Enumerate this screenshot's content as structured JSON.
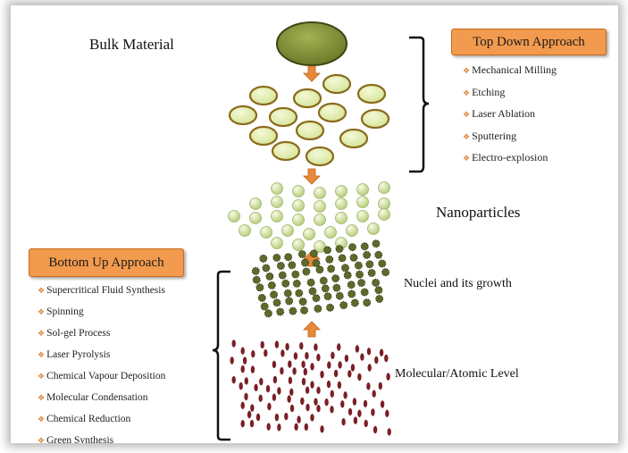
{
  "labels": {
    "bulk_material": "Bulk Material",
    "nanoparticles": "Nanoparticles",
    "nuclei": "Nuclei and its growth",
    "molecular": "Molecular/Atomic Level"
  },
  "top_down": {
    "title": "Top Down Approach",
    "methods": [
      "Mechanical Milling",
      "Etching",
      "Laser Ablation",
      "Sputtering",
      "Electro-explosion"
    ]
  },
  "bottom_up": {
    "title": "Bottom Up Approach",
    "methods": [
      "Supercritical Fluid Synthesis",
      "Spinning",
      "Sol-gel Process",
      "Laser Pyrolysis",
      "Chemical Vapour Deposition",
      "Molecular Condensation",
      "Chemical Reduction",
      "Green Synthesis"
    ]
  },
  "colors": {
    "bulk": "#6b7a2a",
    "particle_fill": "#d6e59a",
    "particle_stroke": "#8a6a1a",
    "nano": "#d4e3a4",
    "nuclei": "#5d6b2a",
    "molecular": "#7a1f25",
    "arrow": "#e8893a",
    "box": "#f29a4e"
  },
  "bullet_glyph": "❖"
}
